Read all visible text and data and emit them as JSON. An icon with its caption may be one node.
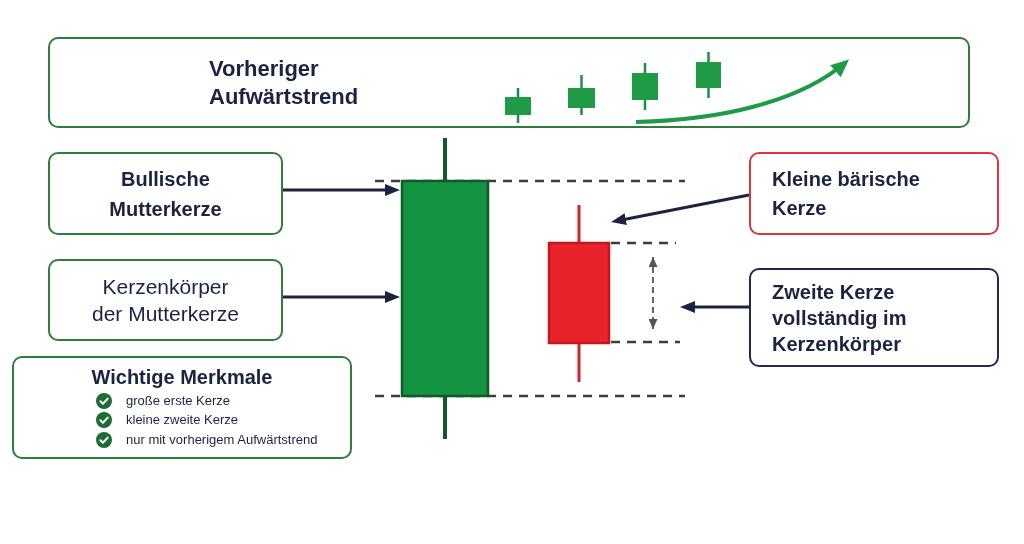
{
  "diagram": {
    "nodes": [
      {
        "text": [
          "Vorheriger Aufwärtstrend"
        ]
      },
      {
        "text": [
          "Bullische Mutterkerze"
        ]
      },
      {
        "text": [
          "Kerzenkörper der Mutterkerze"
        ]
      },
      {
        "text": [
          "Wichtige Merkmale",
          "große erste Kerze",
          "kleine zweite Kerze",
          "nur mit vorherigem Aufwärtstrend"
        ]
      },
      {
        "text": [],
        "shape": "bar"
      },
      {
        "text": [],
        "shape": "bar"
      },
      {
        "text": [
          "Kleine bärische Kerze"
        ]
      },
      {
        "text": [
          "Zweite Kerze vollständig im Kerzenkörper"
        ]
      }
    ],
    "edges": [
      {
        "from": 1,
        "to": 4,
        "arrow": "to"
      },
      {
        "from": 2,
        "to": 4,
        "arrow": "to"
      },
      {
        "from": 6,
        "to": 5,
        "arrow": "to"
      },
      {
        "from": 7,
        "to": null,
        "arrow": "to"
      }
    ]
  }
}
